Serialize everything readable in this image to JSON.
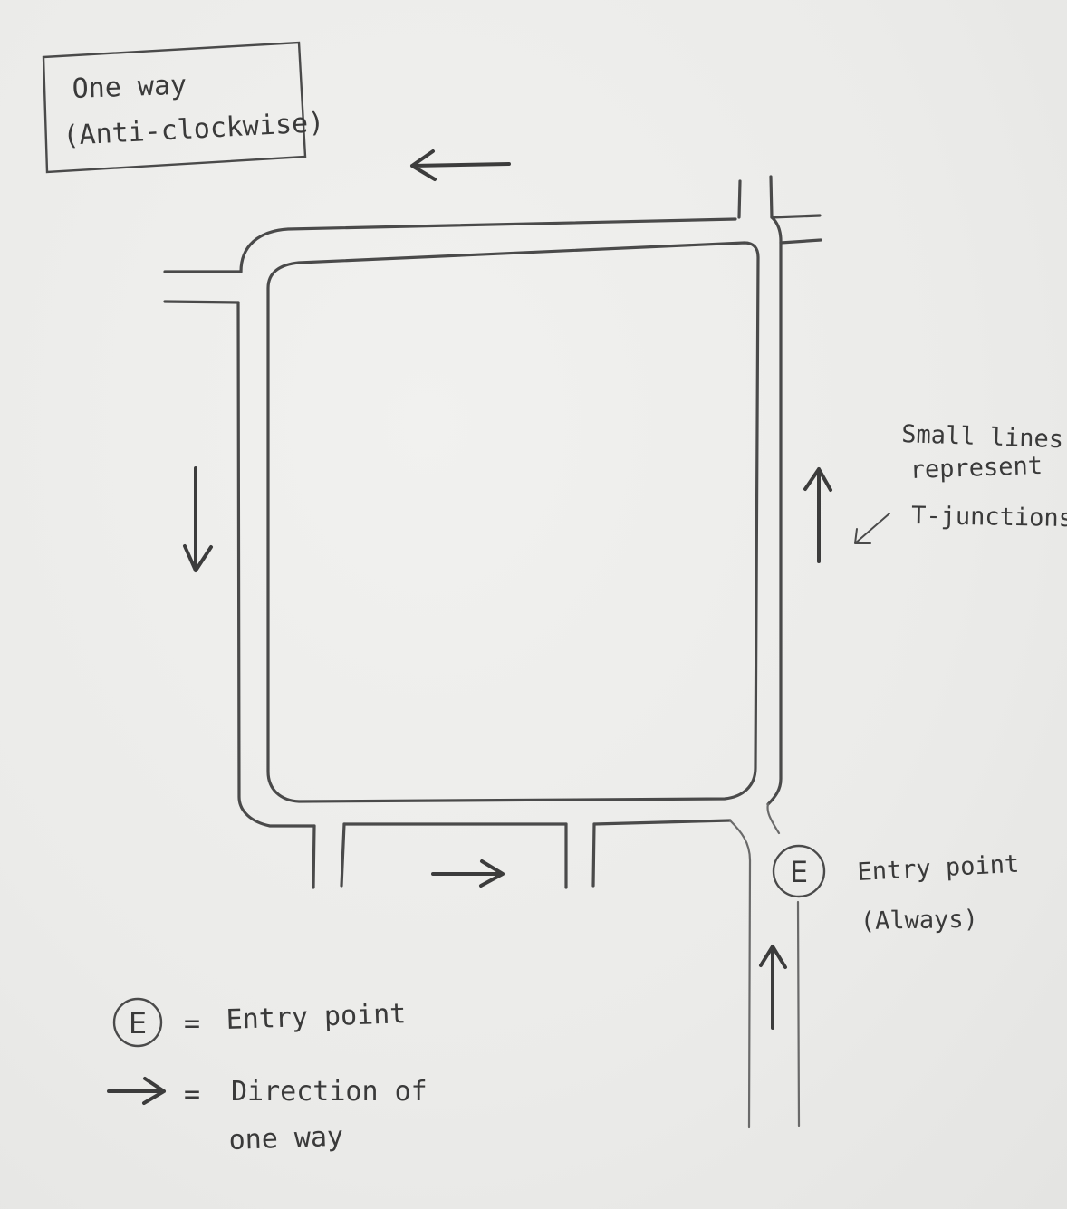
{
  "title_box": {
    "line1": "One way",
    "line2": "(Anti-clockwise)"
  },
  "annotation": {
    "line1": "Small lines",
    "line2": "represent",
    "line3": "T-junctions"
  },
  "entry_label": {
    "line1": "Entry point",
    "line2": "(Always)"
  },
  "entry_marker": "E",
  "legend": {
    "entry_symbol": "E",
    "entry_equals": "=",
    "entry_text": "Entry point",
    "direction_equals": "=",
    "direction_text_line1": "Direction of",
    "direction_text_line2": "one way"
  },
  "icons": {
    "arrow_top": "arrow-left-icon",
    "arrow_left": "arrow-down-icon",
    "arrow_bottom": "arrow-right-icon",
    "arrow_right": "arrow-up-icon",
    "arrow_entry": "arrow-up-icon",
    "annotation_pointer": "arrow-down-left-icon",
    "legend_arrow": "arrow-right-icon"
  },
  "colors": {
    "pencil": "#4a4a4a",
    "paper": "#ececea"
  }
}
